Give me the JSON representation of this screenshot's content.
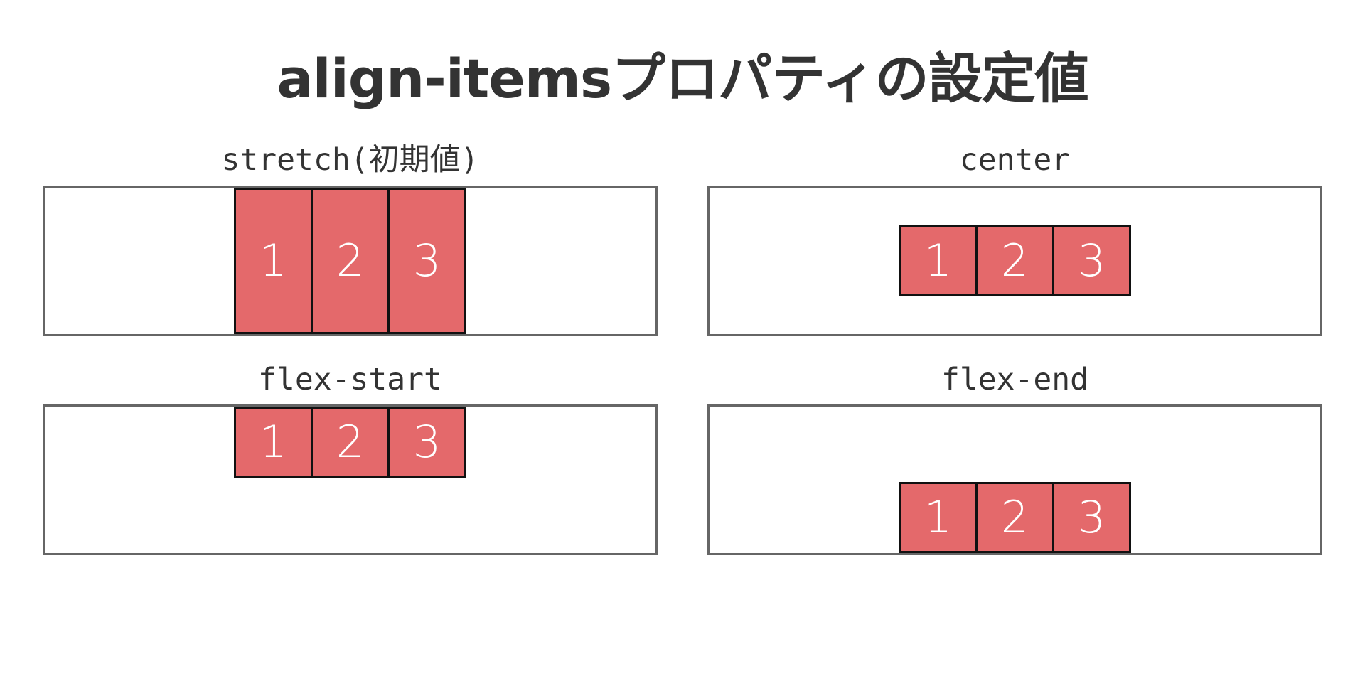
{
  "title": "align-itemsプロパティの設定値",
  "colors": {
    "title_text": "#333333",
    "label_text": "#333333",
    "container_border": "#666666",
    "container_background": "#ffffff",
    "item_background": "#e4696b",
    "item_border": "#111111",
    "item_text": "#ffffff",
    "page_background": "#ffffff"
  },
  "panels": [
    {
      "label": "stretch(初期値)",
      "value": "stretch",
      "items": [
        {
          "label": "1"
        },
        {
          "label": "2"
        },
        {
          "label": "3"
        }
      ]
    },
    {
      "label": "center",
      "value": "center",
      "items": [
        {
          "label": "1"
        },
        {
          "label": "2"
        },
        {
          "label": "3"
        }
      ]
    },
    {
      "label": "flex-start",
      "value": "flex-start",
      "items": [
        {
          "label": "1"
        },
        {
          "label": "2"
        },
        {
          "label": "3"
        }
      ]
    },
    {
      "label": "flex-end",
      "value": "flex-end",
      "items": [
        {
          "label": "1"
        },
        {
          "label": "2"
        },
        {
          "label": "3"
        }
      ]
    }
  ]
}
